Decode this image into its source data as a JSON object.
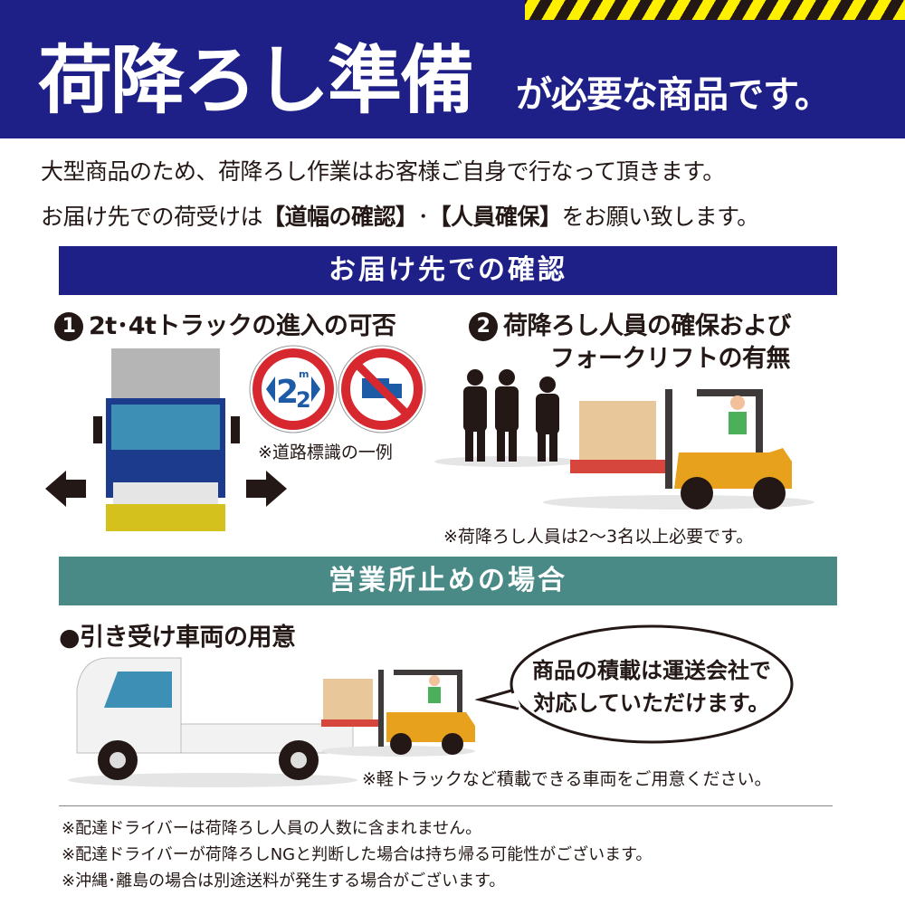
{
  "header": {
    "title": "荷降ろし準備",
    "title_suffix": "が必要な商品です。",
    "color": "#1e2088"
  },
  "intro": {
    "line1": "大型商品のため、荷降ろし作業はお客様ご自身で行なって頂きます。",
    "line2_pre": "お届け先での荷受けは",
    "line2_bold1": "【道幅の確認】",
    "line2_sep": "･",
    "line2_bold2": "【人員確保】",
    "line2_post": "をお願い致します。"
  },
  "section1": {
    "title": "お届け先での確認",
    "color": "#1e2088",
    "item1": {
      "number": "1",
      "label": "2t･4tトラックの進入の可否",
      "sign_value": "2",
      "sign_decimal": "2",
      "sign_unit": "m",
      "sign_note": "※道路標識の一例"
    },
    "item2": {
      "number": "2",
      "label_line1": "荷降ろし人員の確保および",
      "label_line2": "フォークリフトの有無",
      "note": "※荷降ろし人員は2～3名以上必要です。"
    }
  },
  "section2": {
    "title": "営業所止めの場合",
    "color": "#4a8a86",
    "item": {
      "label": "●引き受け車両の用意",
      "bubble_line1": "商品の積載は運送会社で",
      "bubble_line2": "対応していただけます。",
      "note": "※軽トラックなど積載できる車両をご用意ください。"
    }
  },
  "footnotes": [
    "※配達ドライバーは荷降ろし人員の人数に含まれません。",
    "※配達ドライバーが荷降ろしNGと判断した場合は持ち帰る可能性がございます。",
    "※沖縄･離島の場合は別途送料が発生する場合がございます。"
  ]
}
